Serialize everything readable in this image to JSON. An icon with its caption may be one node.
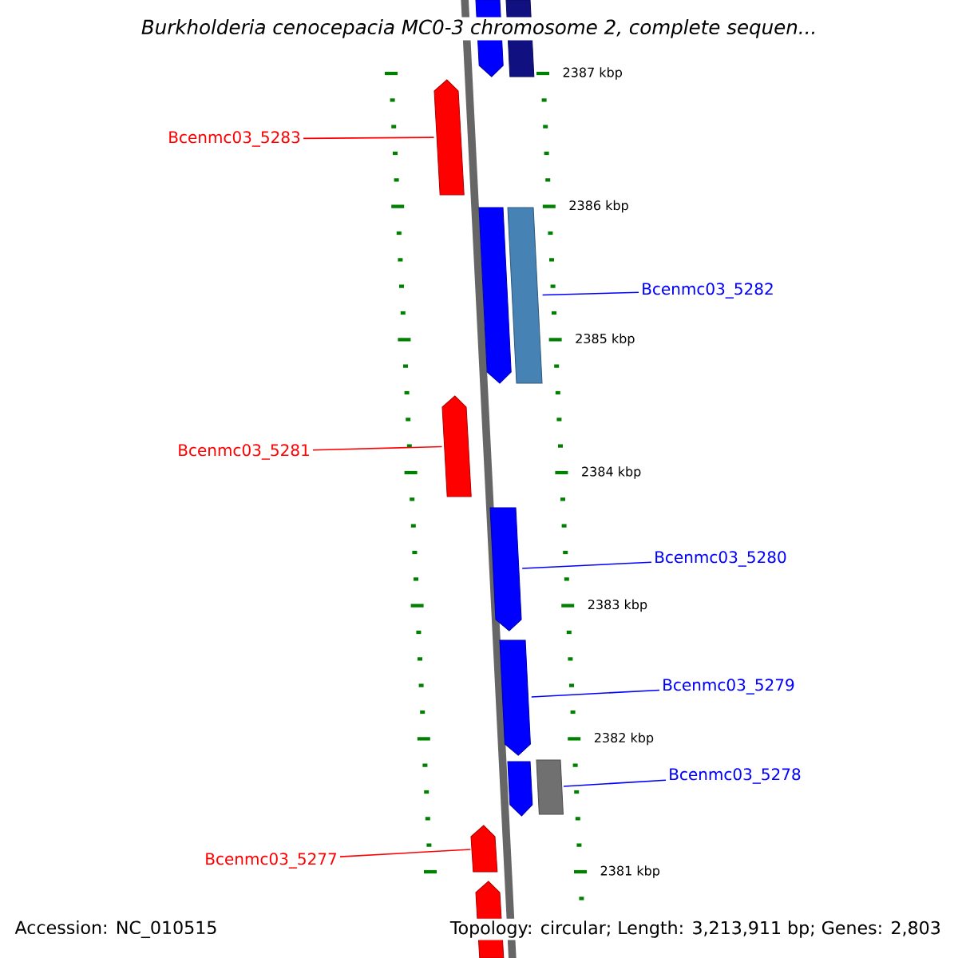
{
  "diagram": {
    "title": "Burkholderia cenocepacia MC0-3 chromosome 2, complete sequen...",
    "nodes": [
      {
        "text": [
          "Bcenmc03_5283"
        ]
      },
      {
        "text": [
          "Bcenmc03_5282"
        ]
      },
      {
        "text": [
          "Bcenmc03_5281"
        ]
      },
      {
        "text": [
          "Bcenmc03_5280"
        ]
      },
      {
        "text": [
          "Bcenmc03_5279"
        ]
      },
      {
        "text": [
          "Bcenmc03_5278"
        ]
      },
      {
        "text": [
          "Bcenmc03_5277"
        ]
      },
      {
        "text": [],
        "shape": "arrow"
      },
      {
        "text": [],
        "shape": "bar"
      },
      {
        "text": [],
        "shape": "arrow"
      },
      {
        "text": [],
        "shape": "arrow"
      },
      {
        "text": [],
        "shape": "bar"
      },
      {
        "text": [],
        "shape": "arrow"
      },
      {
        "text": [],
        "shape": "arrow"
      },
      {
        "text": [],
        "shape": "arrow"
      },
      {
        "text": [],
        "shape": "arrow"
      },
      {
        "text": [],
        "shape": "bar"
      },
      {
        "text": [],
        "shape": "arrow"
      },
      {
        "text": [],
        "shape": "arrow"
      }
    ],
    "edges": [
      {
        "from": 0,
        "to": 9,
        "arrow": "none",
        "color": "#ff0000"
      },
      {
        "from": 1,
        "to": 11,
        "arrow": "none",
        "color": "#0000ff"
      },
      {
        "from": 2,
        "to": 12,
        "arrow": "none",
        "color": "#ff0000"
      },
      {
        "from": 3,
        "to": 13,
        "arrow": "none",
        "color": "#0000ff"
      },
      {
        "from": 4,
        "to": 14,
        "arrow": "none",
        "color": "#0000ff"
      },
      {
        "from": 5,
        "to": 16,
        "arrow": "none",
        "color": "#0000ff"
      },
      {
        "from": 6,
        "to": 17,
        "arrow": "none",
        "color": "#ff0000"
      }
    ],
    "labels": [
      "2387 kbp",
      "2386 kbp",
      "2385 kbp",
      "2384 kbp",
      "2383 kbp",
      "2382 kbp",
      "2381 kbp",
      "Accession: NC_010515",
      "Topology: circular; Length: 3,213,911 bp; Genes: 2,803"
    ]
  }
}
